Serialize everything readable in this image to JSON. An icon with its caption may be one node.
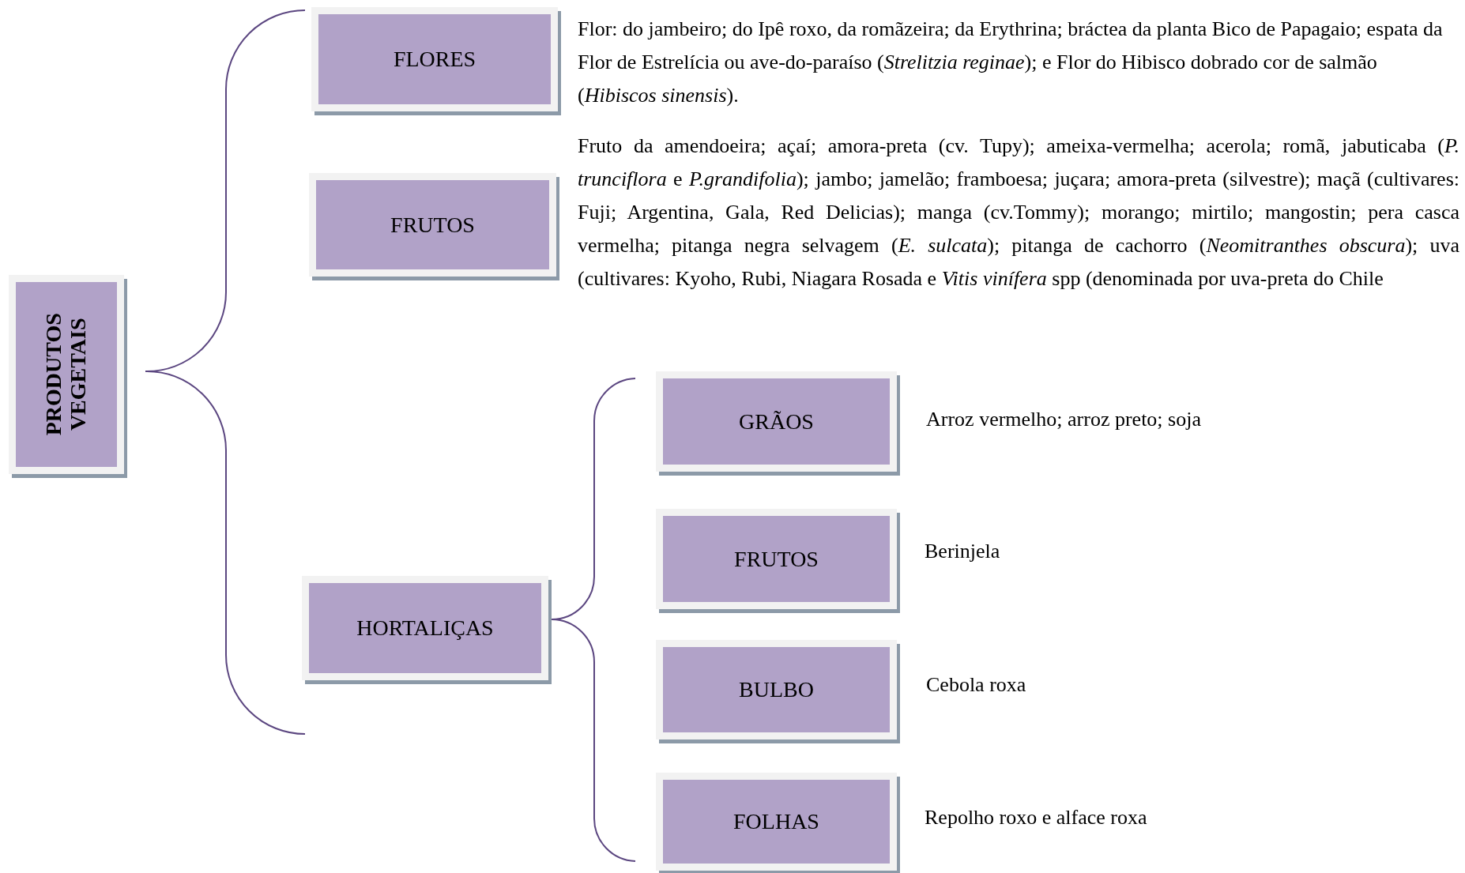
{
  "diagram": {
    "nodes": [
      {
        "text": [
          "PRODUTOS VEGETAIS"
        ]
      },
      {
        "text": [
          "FLORES"
        ],
        "beside": [
          "Flor: do jambeiro; do Ipê roxo, da romãzeira; da Erythrina; bráctea da planta Bico de Papagaio; espata da Flor de Estrelícia ou ave-do-paraíso (*Strelitzia reginae*); e Flor do Hibisco dobrado cor de salmão (*Hibiscos sinensis*)."
        ]
      },
      {
        "text": [
          "FRUTOS"
        ],
        "beside": [
          "Fruto da amendoeira; açaí; amora-preta (cv. Tupy); ameixa-vermelha; acerola; romã, jabuticaba (*P. trunciflora* e *P.grandifolia*); jambo; jamelão; framboesa; juçara; amora-preta (silvestre); maçã (cultivares: Fuji; Argentina, Gala, Red Delicias); manga (cv.Tommy); morango; mirtilo; mangostin; pera casca vermelha; pitanga negra selvagem (*E. sulcata*); pitanga de cachorro (*Neomitranthes obscura*); uva (cultivares: Kyoho, Rubi, Niagara Rosada e *Vitis vinífera* spp (denominada por uva-preta do Chile"
        ]
      },
      {
        "text": [
          "HORTALIÇAS"
        ]
      },
      {
        "text": [
          "GRÃOS"
        ],
        "beside": [
          "Arroz vermelho; arroz preto; soja"
        ]
      },
      {
        "text": [
          "FRUTOS"
        ],
        "beside": [
          "Berinjela"
        ]
      },
      {
        "text": [
          "BULBO"
        ],
        "beside": [
          "Cebola roxa"
        ]
      },
      {
        "text": [
          "FOLHAS"
        ],
        "beside": [
          "Repolho roxo e alface roxa"
        ]
      }
    ]
  }
}
